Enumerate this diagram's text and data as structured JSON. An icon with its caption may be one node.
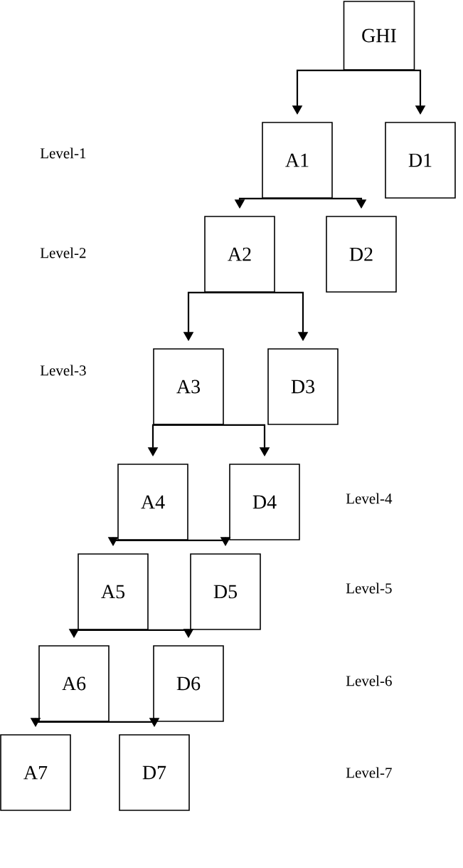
{
  "diagram": {
    "nodes": [
      {
        "text": [
          "GHI"
        ]
      },
      {
        "text": [
          "A1"
        ]
      },
      {
        "text": [
          "D1"
        ]
      },
      {
        "text": [
          "A2"
        ]
      },
      {
        "text": [
          "D2"
        ]
      },
      {
        "text": [
          "A3"
        ]
      },
      {
        "text": [
          "D3"
        ]
      },
      {
        "text": [
          "A4"
        ]
      },
      {
        "text": [
          "D4"
        ]
      },
      {
        "text": [
          "A5"
        ]
      },
      {
        "text": [
          "D5"
        ]
      },
      {
        "text": [
          "A6"
        ]
      },
      {
        "text": [
          "D6"
        ]
      },
      {
        "text": [
          "A7"
        ]
      },
      {
        "text": [
          "D7"
        ]
      }
    ],
    "edges": [
      {
        "from": 0,
        "to": 1,
        "arrow": "to"
      },
      {
        "from": 0,
        "to": 2,
        "arrow": "to"
      },
      {
        "from": 1,
        "to": 3,
        "arrow": "to"
      },
      {
        "from": 1,
        "to": 4,
        "arrow": "to"
      },
      {
        "from": 3,
        "to": 5,
        "arrow": "to"
      },
      {
        "from": 3,
        "to": 6,
        "arrow": "to"
      },
      {
        "from": 5,
        "to": 7,
        "arrow": "to"
      },
      {
        "from": 5,
        "to": 8,
        "arrow": "to"
      },
      {
        "from": 7,
        "to": 9,
        "arrow": "to"
      },
      {
        "from": 7,
        "to": 10,
        "arrow": "to"
      },
      {
        "from": 9,
        "to": 11,
        "arrow": "to"
      },
      {
        "from": 9,
        "to": 12,
        "arrow": "to"
      },
      {
        "from": 11,
        "to": 13,
        "arrow": "to"
      },
      {
        "from": 11,
        "to": 14,
        "arrow": "to"
      }
    ],
    "labels": [
      "Level-1",
      "Level-2",
      "Level-3",
      "Level-4",
      "Level-5",
      "Level-6",
      "Level-7"
    ]
  }
}
